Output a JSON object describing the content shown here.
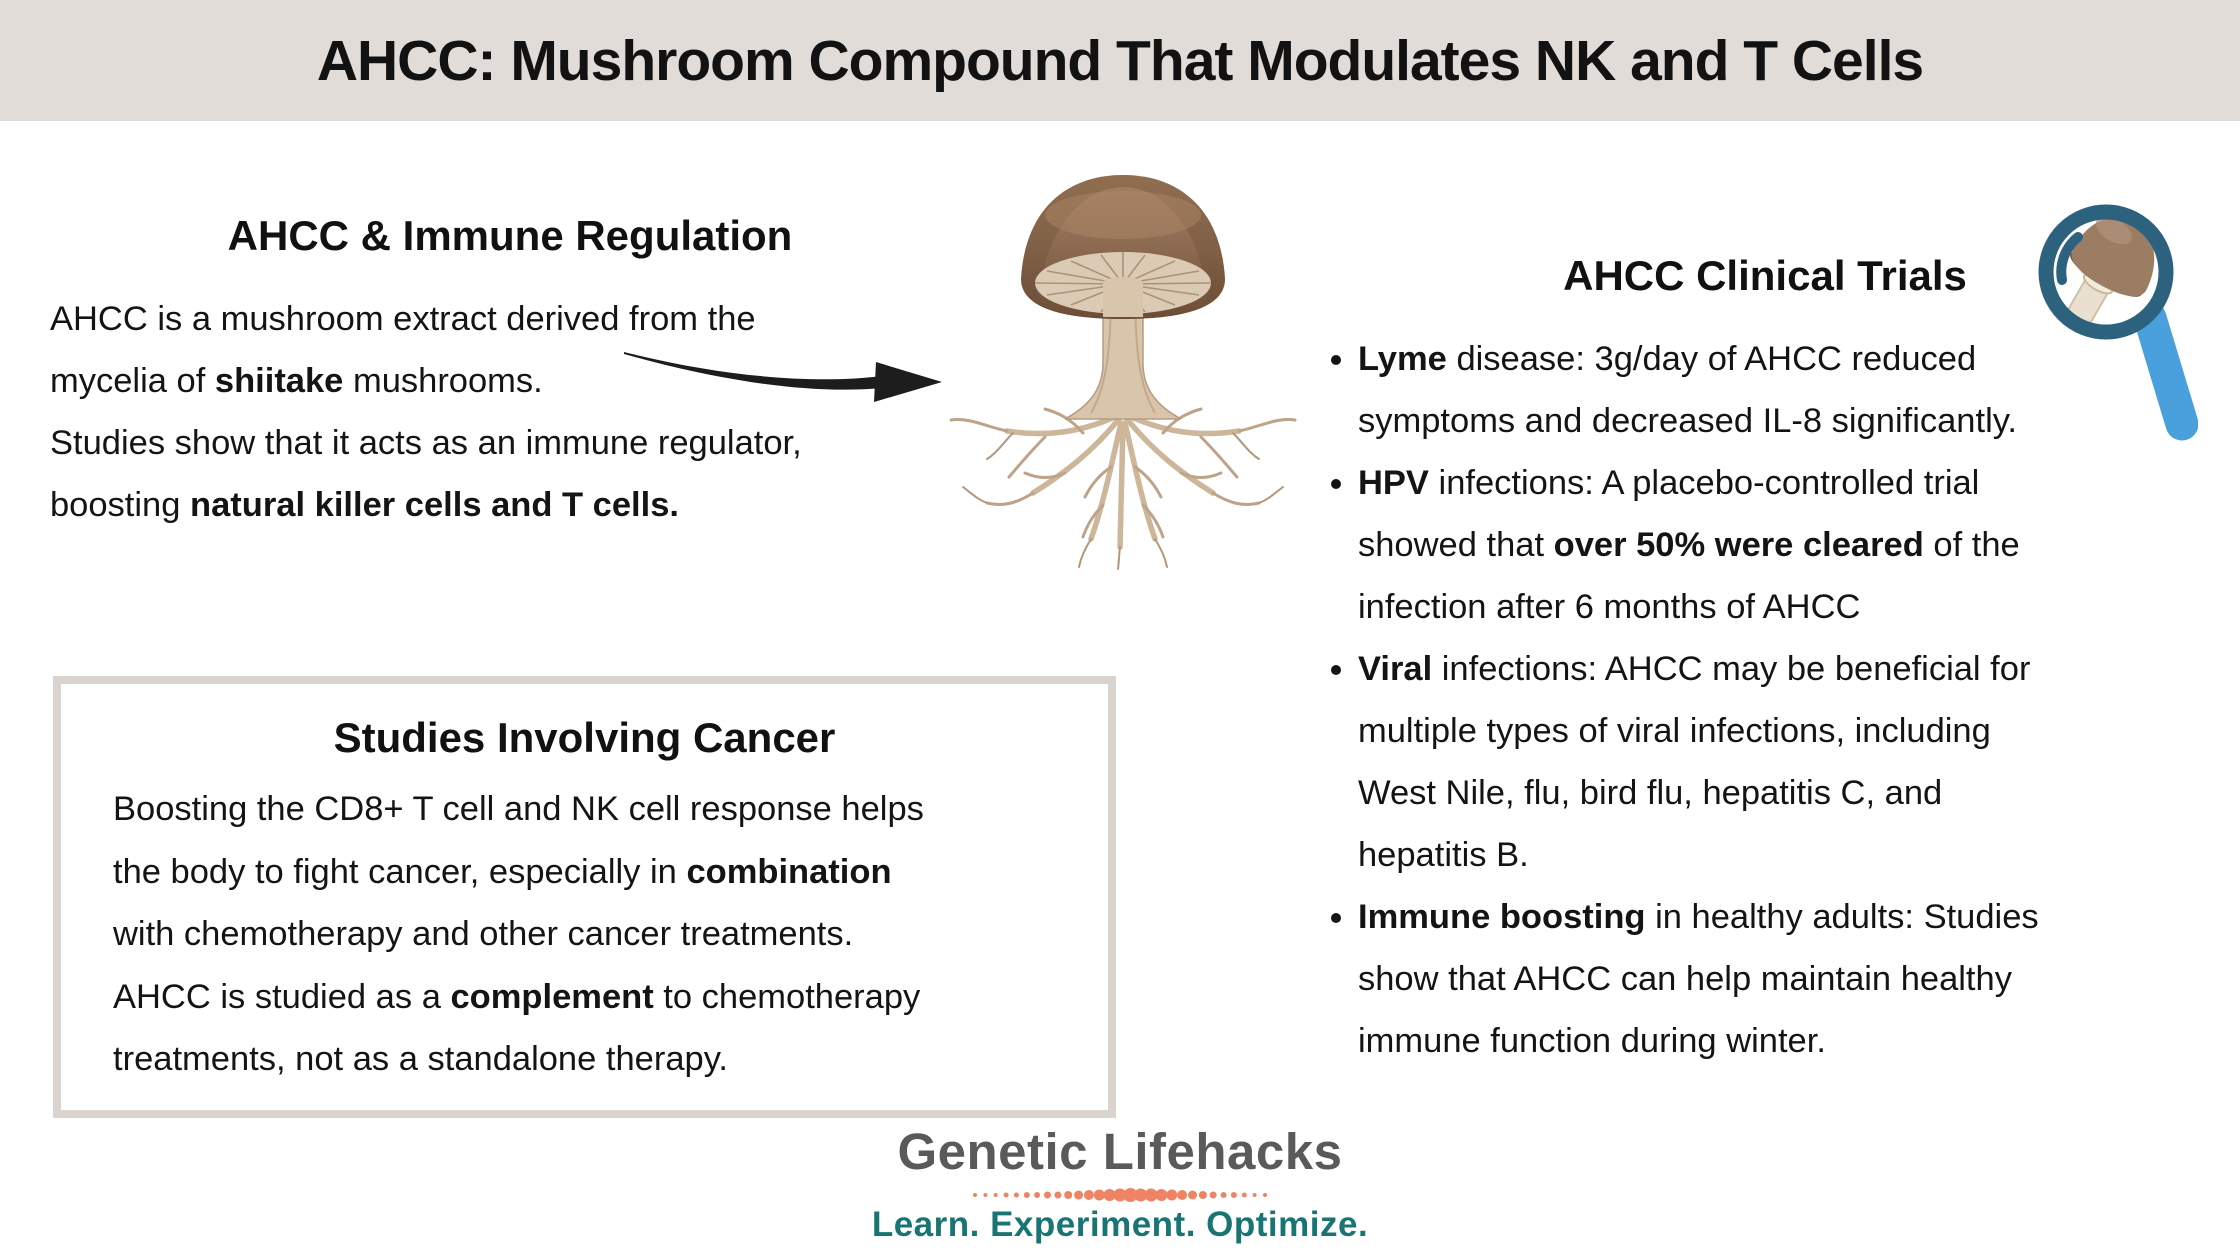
{
  "colors": {
    "header_bg": "#e1dcd7",
    "text": "#141414",
    "box_border": "#dbd4ce",
    "logo_gray": "#595a5c",
    "logo_teal": "#187573",
    "logo_dots_orange": "#ef8465",
    "magnifier_ring_blue": "#2d627f",
    "magnifier_handle_blue": "#4aa0dc",
    "mushroom_cap_brown": "#8a6850",
    "mushroom_gills_tan": "#dccbb4",
    "mushroom_root_tan": "#c6ae92"
  },
  "header": {
    "title": "AHCC: Mushroom Compound That Modulates NK and T Cells"
  },
  "immune_section": {
    "heading": "AHCC & Immune Regulation",
    "body": [
      {
        "t": "AHCC is a mushroom extract derived from the\nmycelia of "
      },
      {
        "t": "shiitake",
        "b": true
      },
      {
        "t": " mushrooms.\nStudies show that it acts as an immune regulator,\nboosting "
      },
      {
        "t": "natural killer cells and T cells.",
        "b": true
      }
    ]
  },
  "clinical_section": {
    "heading": "AHCC Clinical Trials",
    "icon": "mushroom-magnifier-icon",
    "bullets": [
      [
        {
          "t": "Lyme",
          "b": true
        },
        {
          "t": " disease: 3g/day of AHCC reduced\nsymptoms and decreased IL-8 significantly."
        }
      ],
      [
        {
          "t": "HPV",
          "b": true
        },
        {
          "t": " infections: A placebo-controlled trial\nshowed that "
        },
        {
          "t": "over 50% were cleared",
          "b": true
        },
        {
          "t": " of the\ninfection after 6 months of AHCC"
        }
      ],
      [
        {
          "t": "Viral",
          "b": true
        },
        {
          "t": " infections: AHCC may be beneficial for\nmultiple types of viral infections, including\nWest Nile, flu, bird flu, hepatitis C, and\nhepatitis B."
        }
      ],
      [
        {
          "t": "Immune boosting",
          "b": true
        },
        {
          "t": " in healthy adults: Studies\nshow that AHCC can help maintain healthy\nimmune function during winter."
        }
      ]
    ]
  },
  "cancer_box": {
    "heading": "Studies Involving Cancer",
    "body": [
      {
        "t": "Boosting the CD8+ T cell and NK cell response helps\nthe body to fight cancer, especially in "
      },
      {
        "t": "combination",
        "b": true
      },
      {
        "t": "\nwith chemotherapy and other cancer treatments.\nAHCC is studied as a "
      },
      {
        "t": "complement",
        "b": true
      },
      {
        "t": " to chemotherapy\ntreatments, not as a standalone therapy."
      }
    ]
  },
  "illustration": {
    "name": "shiitake mushroom with mycelium roots"
  },
  "logo": {
    "name": "Genetic Lifehacks",
    "tagline": "Learn. Experiment. Optimize."
  }
}
